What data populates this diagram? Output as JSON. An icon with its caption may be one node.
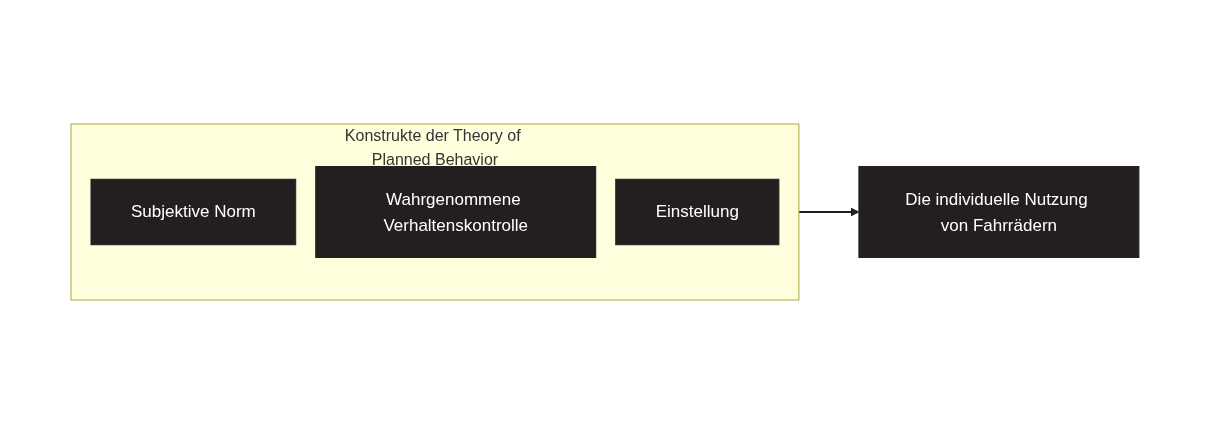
{
  "diagram": {
    "nodes": [
      {
        "text": [
          "Konstrukte der Theory of Planned Behavior"
        ]
      },
      {
        "text": [
          "Subjektive Norm"
        ],
        "in": 0
      },
      {
        "text": [
          "Wahrgenommene Verhaltenskontrolle"
        ],
        "in": 0
      },
      {
        "text": [
          "Einstellung"
        ],
        "in": 0
      },
      {
        "text": [
          "Die individuelle Nutzung von Fahrrädern"
        ]
      }
    ],
    "edges": [
      {
        "from": 0,
        "to": 4,
        "arrow": "to"
      }
    ]
  }
}
